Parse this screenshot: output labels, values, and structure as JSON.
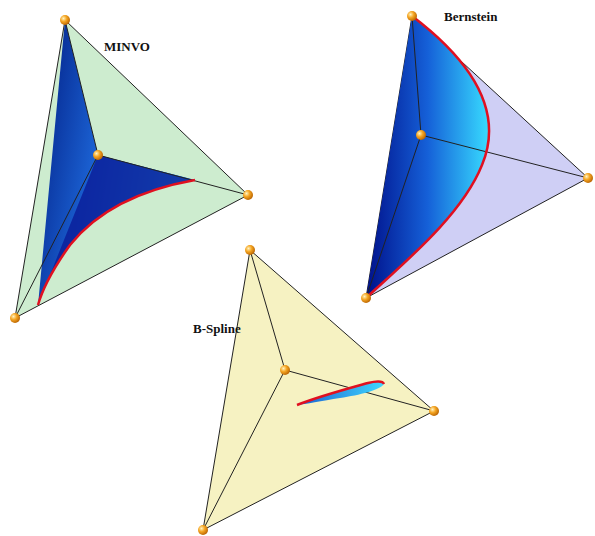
{
  "diagram": {
    "labels": [
      "MINVO",
      "Bernstein",
      "B-Spline"
    ]
  }
}
